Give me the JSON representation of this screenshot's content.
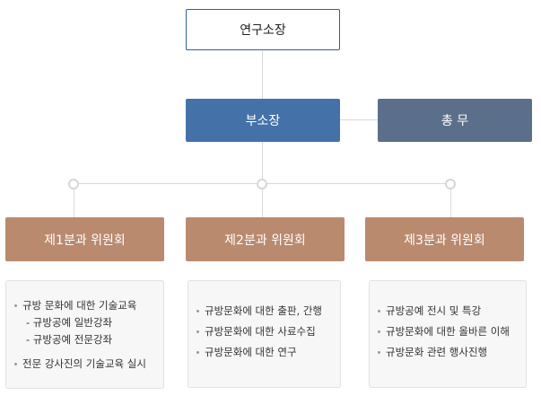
{
  "org": {
    "director": "연구소장",
    "deputy": "부소장",
    "admin": "총 무",
    "committees": [
      "제1분과 위원회",
      "제2분과 위원회",
      "제3분과 위원회"
    ]
  },
  "descriptions": {
    "c1": {
      "item1": "규방 문화에 대한 기술교육",
      "sub1": "- 규방공예 일반강좌",
      "sub2": "- 규방공예 전문강좌",
      "item2": "전문 강사진의 기술교육 실시"
    },
    "c2": {
      "item1": "규방문화에 대한 출판, 간행",
      "item2": "규방문화에 대한 사료수집",
      "item3": "규방문화에 대한 연구"
    },
    "c3": {
      "item1": "규방공예 전시 및 특강",
      "item2": "규방문화에 대한 올바른 이해",
      "item3": "규방문화 관련 행사진행"
    }
  }
}
